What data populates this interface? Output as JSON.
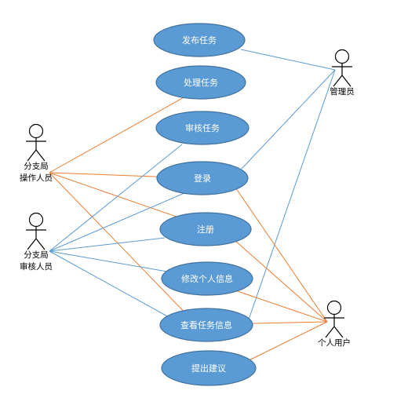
{
  "colors": {
    "ellipse_fill": "#5b9bd5",
    "ellipse_stroke": "#41719c",
    "blue_line": "#5b9bd5",
    "orange_line": "#ed7d31",
    "actor_stroke": "#000000"
  },
  "use_cases": [
    {
      "id": "publish",
      "label": "发布任务"
    },
    {
      "id": "process",
      "label": "处理任务"
    },
    {
      "id": "review",
      "label": "审核任务"
    },
    {
      "id": "login",
      "label": "登录"
    },
    {
      "id": "register",
      "label": "注册"
    },
    {
      "id": "edit",
      "label": "修改个人信息"
    },
    {
      "id": "view",
      "label": "查看任务信息"
    },
    {
      "id": "suggest",
      "label": "提出建议"
    }
  ],
  "actors": [
    {
      "id": "admin",
      "label_lines": [
        "管理员"
      ]
    },
    {
      "id": "operator",
      "label_lines": [
        "分支局",
        "操作人员"
      ]
    },
    {
      "id": "reviewer",
      "label_lines": [
        "分支局",
        "审核人员"
      ]
    },
    {
      "id": "personal",
      "label_lines": [
        "个人用户"
      ]
    }
  ],
  "associations": [
    {
      "actor": "admin",
      "use_case": "publish",
      "color": "blue"
    },
    {
      "actor": "admin",
      "use_case": "login",
      "color": "blue"
    },
    {
      "actor": "admin",
      "use_case": "view",
      "color": "blue"
    },
    {
      "actor": "operator",
      "use_case": "process",
      "color": "orange"
    },
    {
      "actor": "operator",
      "use_case": "login",
      "color": "orange"
    },
    {
      "actor": "operator",
      "use_case": "register",
      "color": "orange"
    },
    {
      "actor": "operator",
      "use_case": "view",
      "color": "orange"
    },
    {
      "actor": "reviewer",
      "use_case": "review",
      "color": "blue"
    },
    {
      "actor": "reviewer",
      "use_case": "login",
      "color": "blue"
    },
    {
      "actor": "reviewer",
      "use_case": "register",
      "color": "blue"
    },
    {
      "actor": "reviewer",
      "use_case": "edit",
      "color": "blue"
    },
    {
      "actor": "reviewer",
      "use_case": "view",
      "color": "blue"
    },
    {
      "actor": "personal",
      "use_case": "login",
      "color": "orange"
    },
    {
      "actor": "personal",
      "use_case": "register",
      "color": "orange"
    },
    {
      "actor": "personal",
      "use_case": "edit",
      "color": "orange"
    },
    {
      "actor": "personal",
      "use_case": "view",
      "color": "orange"
    },
    {
      "actor": "personal",
      "use_case": "suggest",
      "color": "orange"
    }
  ]
}
